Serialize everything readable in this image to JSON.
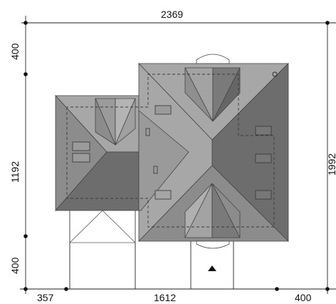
{
  "dimensions": {
    "top_total": "2369",
    "left_top": "400",
    "left_middle": "1192",
    "left_bottom": "400",
    "bottom_left": "357",
    "bottom_middle": "1612",
    "bottom_right": "400",
    "right_partial": "1992"
  },
  "colors": {
    "background": "#ffffff",
    "roof_light": "#a7a7a7",
    "roof_mid": "#8c8c8c",
    "roof_dark": "#6d6d6d",
    "dimension_line": "#222222",
    "dashed_wall": "#3a3a3a"
  },
  "icons": {
    "entrance": "triangle-up-icon",
    "chimney": "circle-icon"
  }
}
